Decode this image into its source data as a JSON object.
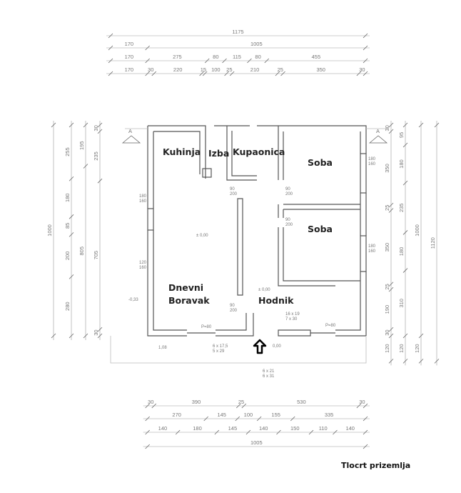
{
  "title": "Tlocrt prizemlja",
  "rooms": {
    "kuhinja": "Kuhinja",
    "izba": "Izba",
    "kupaonica": "Kupaonica",
    "soba1": "Soba",
    "soba2": "Soba",
    "dnevni_line1": "Dnevni",
    "dnevni_line2": "Boravak",
    "hodnik": "Hodnik"
  },
  "annotations": {
    "section_mark": "A",
    "window_1": "180\n160",
    "window_2": "120\n160",
    "window_3": "180\n160",
    "window_4": "180\n160",
    "door_1": "90\n200",
    "door_2": "90\n200",
    "door_3": "90\n200",
    "door_4": "90\n200",
    "level_living": "± 0,00",
    "level_hall": "± 0,00",
    "level_entry": "0,00",
    "level_outside": "-0,33",
    "level_terrace": "1,08",
    "parapet_1": "P=80",
    "parapet_2": "P=80",
    "stairs_inside": "16 x 19\n7 x 30",
    "stairs_terrace": "6 x 17,5\n5 x 29",
    "stairs_entry": "6 x 21\n6 x 31"
  },
  "dimensions": {
    "top": [
      [
        1175
      ],
      [
        170,
        1005
      ],
      [
        170,
        275,
        80,
        115,
        80,
        455
      ],
      [
        170,
        30,
        220,
        15,
        100,
        25,
        210,
        25,
        350,
        30
      ]
    ],
    "bottom": [
      [
        30,
        390,
        25,
        530,
        30
      ],
      [
        270,
        145,
        100,
        155,
        335
      ],
      [
        140,
        180,
        145,
        140,
        150,
        110,
        140
      ],
      [
        1005
      ]
    ],
    "left": [
      [
        1000
      ],
      [
        255,
        180,
        85,
        200,
        280
      ],
      [
        195,
        805
      ],
      [
        30,
        235,
        705,
        30
      ]
    ],
    "right": [
      [
        30,
        350,
        25,
        350,
        25,
        190,
        30,
        120
      ],
      [
        95,
        180,
        235,
        180,
        310,
        120
      ],
      [
        1000,
        120
      ],
      [
        1120
      ]
    ]
  },
  "colors": {
    "wall": "#555555",
    "dim": "#999999",
    "label": "#222222"
  }
}
